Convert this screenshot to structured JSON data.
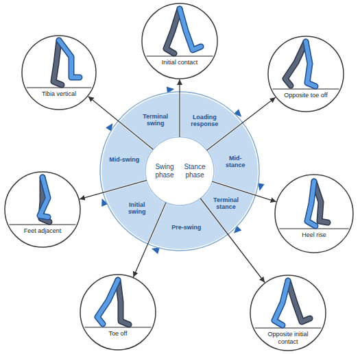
{
  "diagram": {
    "nodes": [
      {
        "text": [
          "Initial contact"
        ]
      },
      {
        "text": [
          "Opposite toe off"
        ]
      },
      {
        "text": [
          "Heel rise"
        ]
      },
      {
        "text": [
          "Opposite initial contact"
        ]
      },
      {
        "text": [
          "Toe off"
        ]
      },
      {
        "text": [
          "Feet adjacent"
        ]
      },
      {
        "text": [
          "Tibia vertical"
        ]
      },
      {
        "text": [
          "Loading response"
        ]
      },
      {
        "text": [
          "Mid-stance"
        ]
      },
      {
        "text": [
          "Terminal stance"
        ]
      },
      {
        "text": [
          "Pre-swing"
        ]
      },
      {
        "text": [
          "Initial swing"
        ]
      },
      {
        "text": [
          "Mid-swing"
        ]
      },
      {
        "text": [
          "Terminal swing"
        ]
      },
      {
        "text": [
          "Swing phase"
        ]
      },
      {
        "text": [
          "Stance phase"
        ]
      }
    ],
    "edges": [
      {
        "from": 15,
        "to": 0,
        "arrow": "to"
      },
      {
        "from": 15,
        "to": 1,
        "arrow": "to"
      },
      {
        "from": 15,
        "to": 2,
        "arrow": "to"
      },
      {
        "from": 15,
        "to": 3,
        "arrow": "to"
      },
      {
        "from": 15,
        "to": 4,
        "arrow": "to"
      },
      {
        "from": 14,
        "to": 5,
        "arrow": "to"
      },
      {
        "from": 14,
        "to": 6,
        "arrow": "to"
      }
    ]
  }
}
